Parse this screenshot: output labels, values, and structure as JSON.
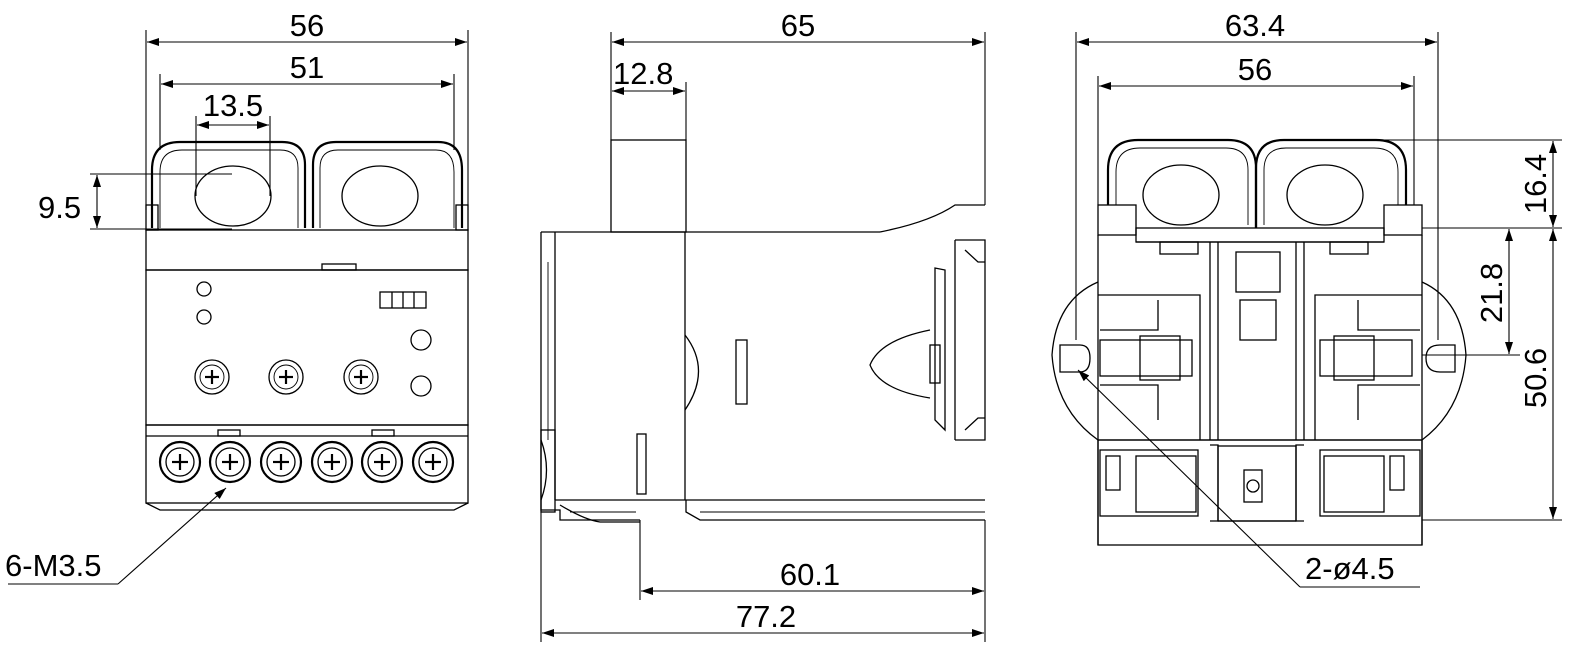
{
  "front_view": {
    "dims": {
      "overall_width": "56",
      "inner_width": "51",
      "hole_width": "13.5",
      "hole_height": "9.5"
    },
    "callout": "6-M3.5"
  },
  "side_view": {
    "dims": {
      "top_length": "65",
      "window_offset": "12.8",
      "bottom_inner": "60.1",
      "bottom_overall": "77.2"
    }
  },
  "back_view": {
    "dims": {
      "overall_width": "63.4",
      "inner_width": "56",
      "top_height": "16.4",
      "mid_height": "21.8",
      "total_height": "50.6"
    },
    "callout": "2-ø4.5"
  }
}
